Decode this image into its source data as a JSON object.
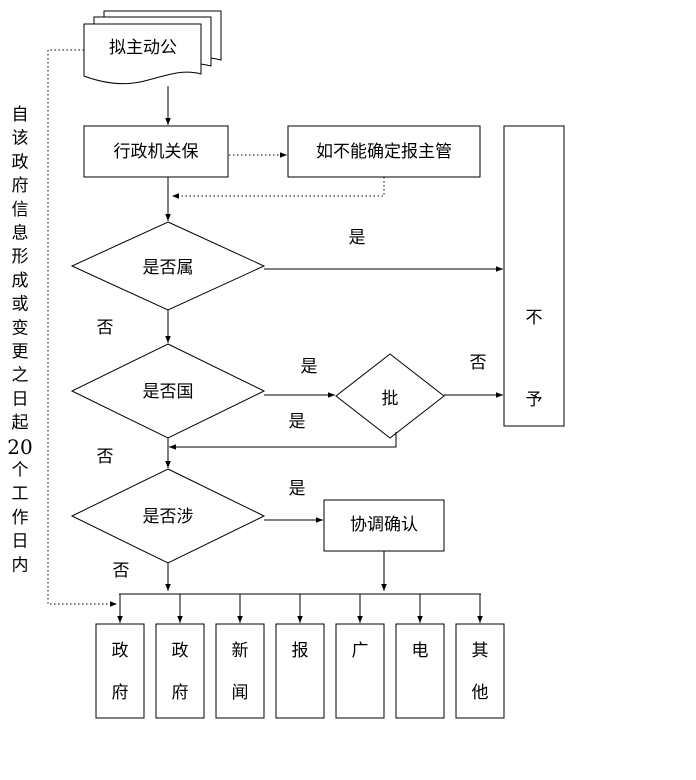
{
  "nodes": {
    "start": "拟主动公",
    "admin": "行政机关保",
    "unsure": "如不能确定报主管",
    "q1": "是否属",
    "q2": "是否国",
    "approve": "批",
    "q3": "是否涉",
    "coordinate": "协调确认",
    "refuse_chars": [
      "不",
      "予"
    ]
  },
  "edge_labels": {
    "q1_yes": "是",
    "q1_no": "否",
    "q2_yes": "是",
    "q2_no": "否",
    "approve_no": "否",
    "approve_yes": "是",
    "q3_yes": "是",
    "q3_no": "否"
  },
  "side_note_chars": [
    "自",
    "该",
    "政",
    "府",
    "信",
    "息",
    "形",
    "成",
    "或",
    "变",
    "更",
    "之",
    "日",
    "起",
    "20",
    "个",
    "工",
    "作",
    "日",
    "内"
  ],
  "channels": [
    {
      "chars": [
        "政",
        "府"
      ]
    },
    {
      "chars": [
        "政",
        "府"
      ]
    },
    {
      "chars": [
        "新",
        "闻"
      ]
    },
    {
      "chars": [
        "报"
      ]
    },
    {
      "chars": [
        "广"
      ]
    },
    {
      "chars": [
        "电"
      ]
    },
    {
      "chars": [
        "其",
        "他"
      ]
    }
  ]
}
